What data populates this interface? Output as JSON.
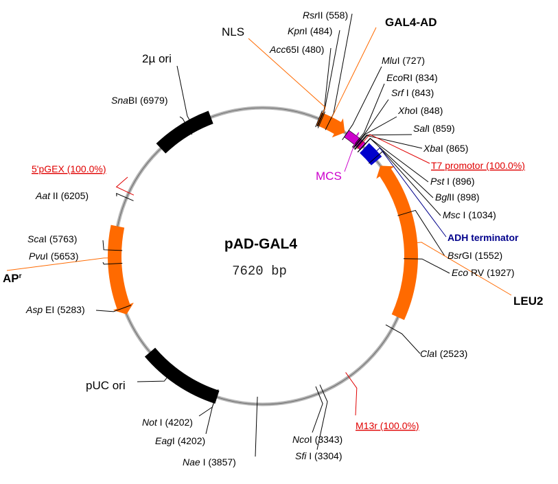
{
  "plasmid": {
    "name": "pAD-GAL4",
    "size_label": "7620 bp",
    "total_bp": 7620
  },
  "colors": {
    "backbone": "#b4b4b4",
    "orange_feature": "#ff6a00",
    "black_feature": "#000000",
    "blue_feature": "#0000cc",
    "mcs": "#cc00cc",
    "primer": "#e00000",
    "label_orange": "#ff6a00"
  },
  "features": [
    {
      "id": "two-micron-ori",
      "label": "2µ ori",
      "color": "black",
      "start": 6700,
      "end": 7185,
      "arrow": "none"
    },
    {
      "id": "ap-r",
      "label_main": "AP",
      "label_sup": "r",
      "color": "orange",
      "start": 5225,
      "end": 5960,
      "arrow": "ccw"
    },
    {
      "id": "puc-ori",
      "label": "pUC ori",
      "color": "black",
      "start": 4190,
      "end": 4860,
      "arrow": "none"
    },
    {
      "id": "leu2",
      "label": "LEU2",
      "color": "orange",
      "start": 1110,
      "end": 2420,
      "arrow": "ccw"
    },
    {
      "id": "gal4-ad",
      "label": "GAL4-AD",
      "color": "orange",
      "start": 470,
      "end": 710,
      "arrow": "cw"
    },
    {
      "id": "adh-terminator",
      "label": "ADH terminator",
      "color": "blue",
      "start": 915,
      "end": 1060,
      "arrow": "none"
    },
    {
      "id": "nls",
      "label": "NLS",
      "color": "orange",
      "start": 475,
      "end": 490,
      "arrow": "none"
    },
    {
      "id": "mcs",
      "label": "MCS",
      "color": "magenta",
      "start": 727,
      "end": 900,
      "arrow": "none"
    }
  ],
  "sites": [
    {
      "enzyme": "RsrII",
      "italic": "Rsr",
      "rest": "II (558)",
      "pos": 558
    },
    {
      "enzyme": "KpnI",
      "italic": "Kpn",
      "rest": "I (484)",
      "pos": 484
    },
    {
      "enzyme": "Acc65I",
      "italic": "Acc",
      "rest": "65I (480)",
      "pos": 480
    },
    {
      "enzyme": "MluI",
      "italic": "Mlu",
      "rest": "I (727)",
      "pos": 727
    },
    {
      "enzyme": "EcoRI",
      "italic": "Eco",
      "rest": "RI (834)",
      "pos": 834
    },
    {
      "enzyme": "SrfI",
      "italic": "Srf",
      "rest": " I (843)",
      "pos": 843
    },
    {
      "enzyme": "XhoI",
      "italic": "Xho",
      "rest": "I (848)",
      "pos": 848
    },
    {
      "enzyme": "SalI",
      "italic": "Sal",
      "rest": "I (859)",
      "pos": 859
    },
    {
      "enzyme": "XbaI",
      "italic": "Xba",
      "rest": "I (865)",
      "pos": 865
    },
    {
      "enzyme": "PstI",
      "italic": "Pst",
      "rest": " I (896)",
      "pos": 896
    },
    {
      "enzyme": "BglII",
      "italic": "Bgl",
      "rest": "II (898)",
      "pos": 898
    },
    {
      "enzyme": "MscI",
      "italic": "Msc",
      "rest": " I (1034)",
      "pos": 1034
    },
    {
      "enzyme": "BsrGI",
      "italic": "Bsr",
      "rest": "GI (1552)",
      "pos": 1552
    },
    {
      "enzyme": "EcoRV",
      "italic": "Eco",
      "rest": " RV (1927)",
      "pos": 1927
    },
    {
      "enzyme": "ClaI",
      "italic": "Cla",
      "rest": "I (2523)",
      "pos": 2523
    },
    {
      "enzyme": "NcoI",
      "italic": "Nco",
      "rest": "I (3343)",
      "pos": 3343
    },
    {
      "enzyme": "SfiI",
      "italic": "Sfi",
      "rest": "  I (3304)",
      "pos": 3304
    },
    {
      "enzyme": "NaeI",
      "italic": "Nae",
      "rest": " I (3857)",
      "pos": 3857
    },
    {
      "enzyme": "EagI",
      "italic": "Eag",
      "rest": "I (4202)",
      "pos": 4202
    },
    {
      "enzyme": "NotI",
      "italic": "Not",
      "rest": " I (4202)",
      "pos": 4202
    },
    {
      "enzyme": "AspEI",
      "italic": "Asp",
      "rest": " EI (5283)",
      "pos": 5283
    },
    {
      "enzyme": "PvuI",
      "italic": "Pvu",
      "rest": "I (5653)",
      "pos": 5653
    },
    {
      "enzyme": "ScaI",
      "italic": "Sca",
      "rest": "I (5763)",
      "pos": 5763
    },
    {
      "enzyme": "AatII",
      "italic": "Aat",
      "rest": " II (6205)",
      "pos": 6205
    },
    {
      "enzyme": "SnaBI",
      "italic": "Sna",
      "rest": "BI (6979)",
      "pos": 6979
    }
  ],
  "primers": [
    {
      "id": "t7-promotor",
      "label": "T7 promotor (100.0%)",
      "pos": 875
    },
    {
      "id": "m13r",
      "label": "M13r (100.0%)",
      "pos": 3060
    },
    {
      "id": "5pgex",
      "label": "5'pGEX (100.0%)",
      "pos": 6250
    }
  ]
}
